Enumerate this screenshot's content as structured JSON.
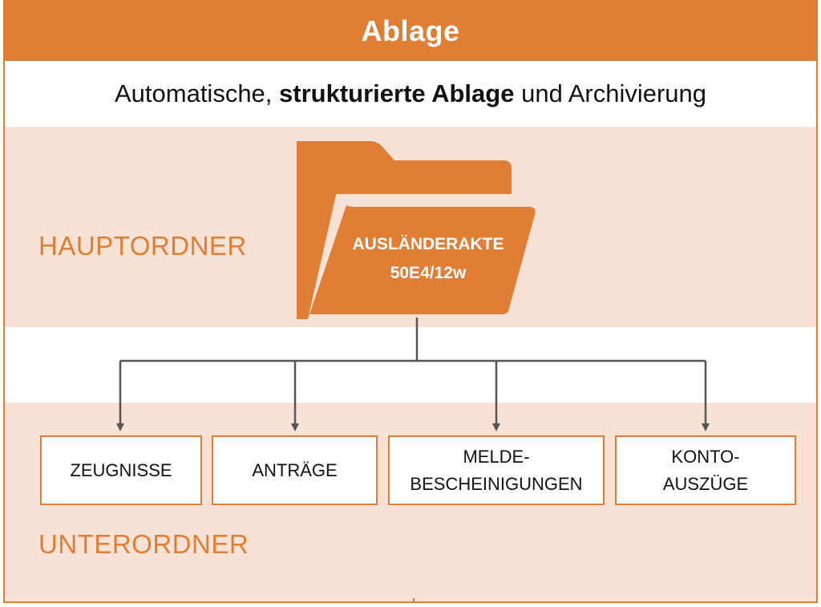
{
  "header": {
    "title": "Ablage"
  },
  "subtitle": {
    "part1": "Automatische, ",
    "bold": "strukturierte Ablage",
    "part2": " und Archivierung"
  },
  "main_section": {
    "label": "HAUPTORDNER",
    "folder_line1": "AUSLÄNDERAKTE",
    "folder_line2": "50E4/12w"
  },
  "sub_section": {
    "label": "UNTERORDNER",
    "folders": [
      {
        "lines": [
          "ZEUGNISSE"
        ]
      },
      {
        "lines": [
          "ANTRÄGE"
        ]
      },
      {
        "lines": [
          "MELDE-",
          "BESCHEINIGUNGEN"
        ]
      },
      {
        "lines": [
          "KONTO-",
          "AUSZÜGE"
        ]
      }
    ]
  },
  "colors": {
    "accent": "#e07e35",
    "band": "#f7e2d5",
    "connector": "#555555"
  }
}
